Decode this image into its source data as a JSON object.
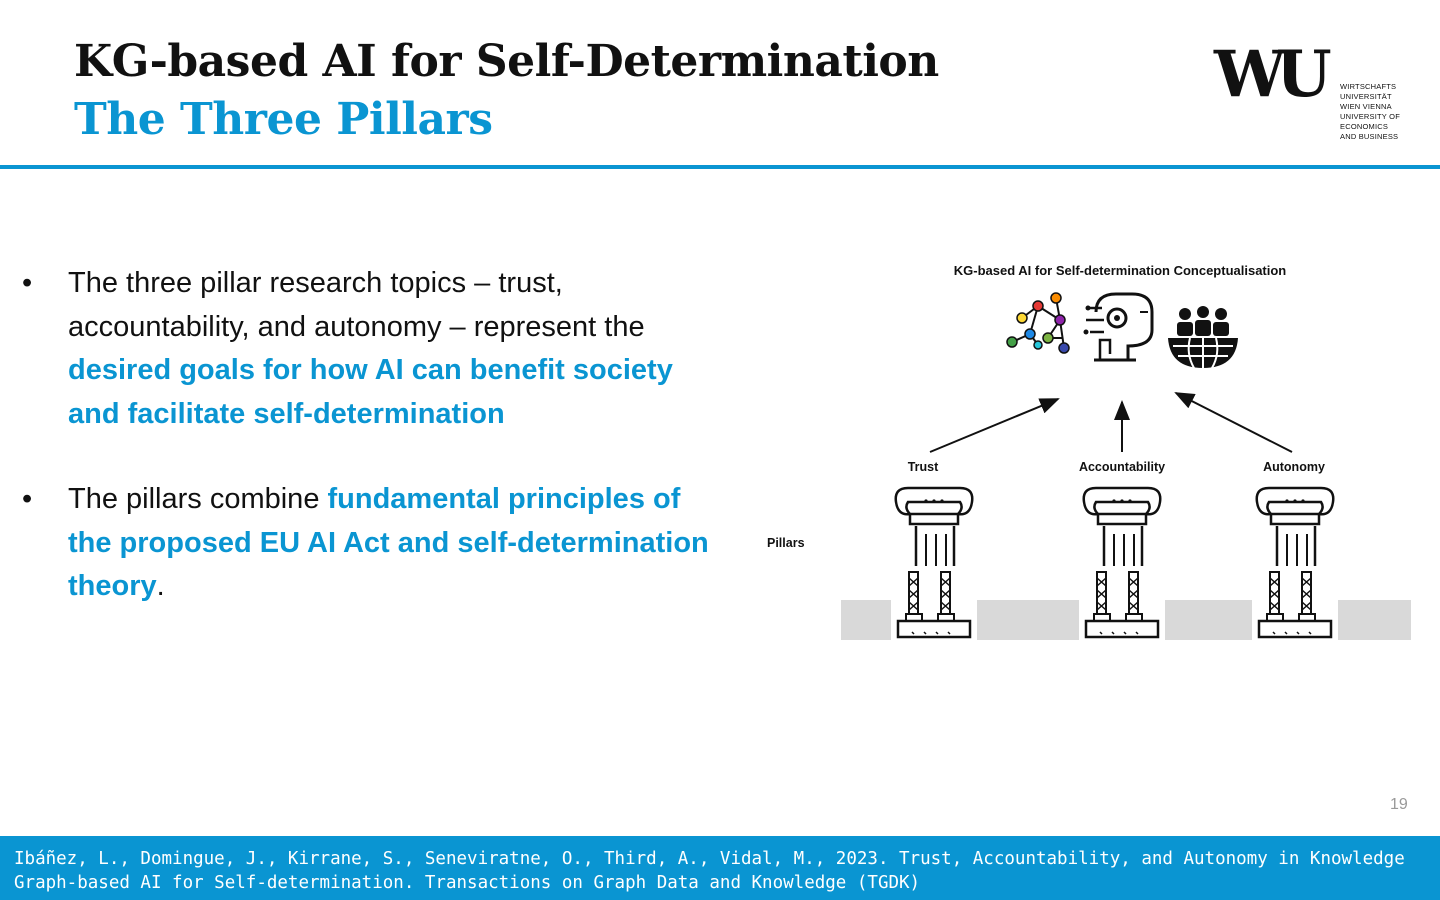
{
  "slide": {
    "title": "KG-based AI for Self-Determination",
    "subtitle": "The Three Pillars",
    "page_number": "19"
  },
  "logo": {
    "mark": "WU",
    "lines": [
      "WIRTSCHAFTS",
      "UNIVERSITÄT",
      "WIEN VIENNA",
      "UNIVERSITY OF",
      "ECONOMICS",
      "AND BUSINESS"
    ]
  },
  "bullets": [
    {
      "symbol": "•",
      "plain_1": "The three pillar research topics – trust, accountability, and autonomy – represent the ",
      "highlight_1": "desired goals for how AI can benefit society and facilitate self-determination",
      "plain_2": ""
    },
    {
      "symbol": "•",
      "plain_1": "The pillars combine ",
      "highlight_1": "fundamental principles of the proposed EU AI Act and self-determination theory",
      "plain_2": "."
    }
  ],
  "diagram": {
    "title": "KG-based AI for Self-determination Conceptualisation",
    "side_label": "Pillars",
    "pillars": [
      "Trust",
      "Accountability",
      "Autonomy"
    ],
    "icons": [
      "knowledge-graph-icon",
      "ai-brain-icon",
      "community-globe-icon"
    ]
  },
  "footer": {
    "line_1": "Ibáñez, L., Domingue, J., Kirrane, S., Seneviratne, O., Third, A., Vidal, M., 2023. Trust, Accountability, and Autonomy in Knowledge",
    "line_2": "Graph-based AI for Self-determination. Transactions on Graph Data and Knowledge (TGDK)"
  },
  "colors": {
    "accent": "#0a95d2",
    "text": "#111111",
    "ground": "#d9d9d9"
  }
}
